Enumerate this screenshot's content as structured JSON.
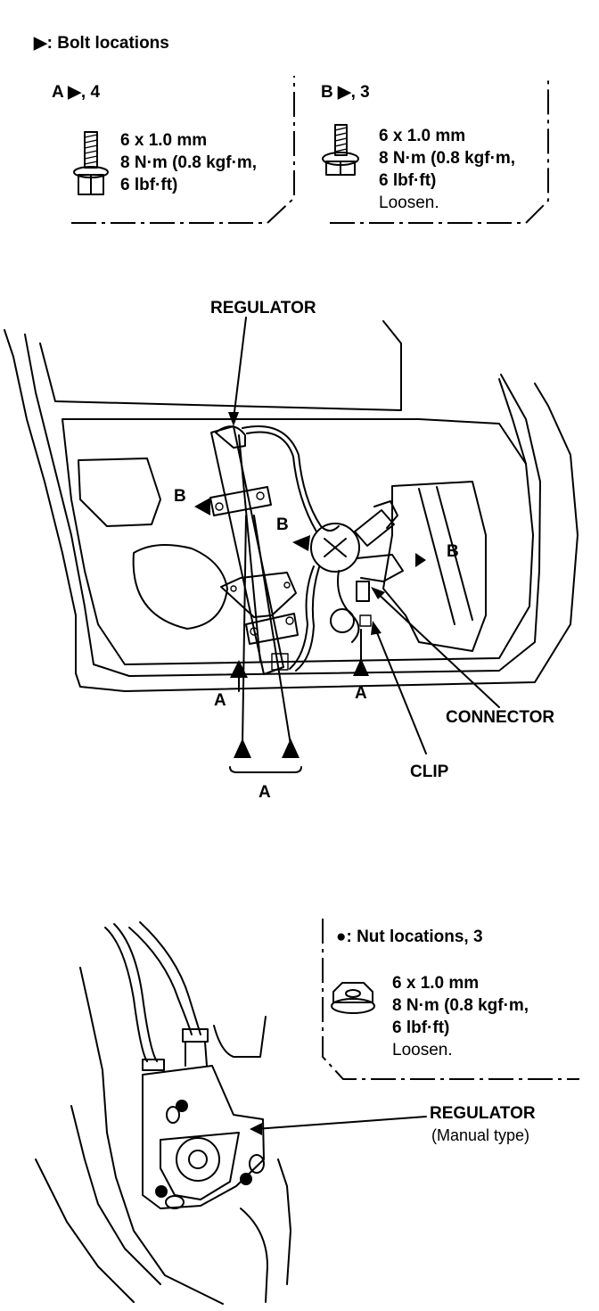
{
  "legend": {
    "symbol": "▶",
    "text": ": Bolt locations"
  },
  "box_a": {
    "header": "A ▶, 4",
    "size": "6 x 1.0 mm",
    "torque": "8 N·m (0.8 kgf·m,",
    "torque_imperial": "6 lbf·ft)"
  },
  "box_b": {
    "header": "B ▶, 3",
    "size": "6 x 1.0 mm",
    "torque": "8 N·m (0.8 kgf·m,",
    "torque_imperial": "6 lbf·ft)",
    "note": "Loosen."
  },
  "main_diagram": {
    "regulator_label": "REGULATOR",
    "connector_label": "CONNECTOR",
    "clip_label": "CLIP",
    "label_a": "A",
    "label_b": "B"
  },
  "nut_box": {
    "symbol": "●",
    "title": ": Nut locations, 3",
    "size": "6 x 1.0 mm",
    "torque": "8 N·m (0.8 kgf·m,",
    "torque_imperial": "6 lbf·ft)",
    "note": "Loosen."
  },
  "manual_diagram": {
    "regulator_label": "REGULATOR",
    "regulator_sub": "(Manual type)"
  }
}
